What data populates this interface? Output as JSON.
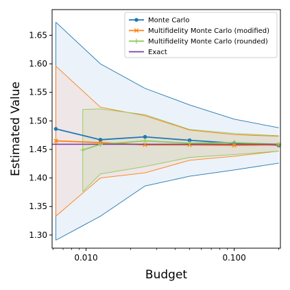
{
  "chart_data": {
    "type": "line",
    "xlabel": "Budget",
    "ylabel": "Estimated Value",
    "xscale": "log",
    "xlim": [
      0.0059,
      0.205
    ],
    "ylim": [
      1.277,
      1.695
    ],
    "xticks": [
      0.01,
      0.1
    ],
    "xtick_labels": [
      "0.010",
      "0.100"
    ],
    "yticks": [
      1.3,
      1.35,
      1.4,
      1.45,
      1.5,
      1.55,
      1.6,
      1.65
    ],
    "ytick_labels": [
      "1.30",
      "1.35",
      "1.40",
      "1.45",
      "1.50",
      "1.55",
      "1.60",
      "1.65"
    ],
    "grid": false,
    "legend_position": "top-right",
    "series": [
      {
        "name": "Monte Carlo",
        "color": "#1f77b4",
        "marker": "circle",
        "x": [
          0.00625,
          0.0125,
          0.025,
          0.05,
          0.1,
          0.2
        ],
        "values": [
          1.486,
          1.467,
          1.472,
          1.466,
          1.461,
          1.457
        ],
        "band_upper": [
          1.673,
          1.6,
          1.557,
          1.528,
          1.503,
          1.488
        ],
        "band_lower": [
          1.291,
          1.333,
          1.386,
          1.403,
          1.414,
          1.426
        ],
        "band_color": "#dbe8f4"
      },
      {
        "name": "Multifidelity Monte Carlo (modified)",
        "color": "#ff7f0e",
        "marker": "x",
        "x": [
          0.00625,
          0.0125,
          0.025,
          0.05,
          0.1,
          0.2
        ],
        "values": [
          1.465,
          1.462,
          1.458,
          1.458,
          1.457,
          1.458
        ],
        "band_upper": [
          1.596,
          1.524,
          1.509,
          1.484,
          1.476,
          1.473
        ],
        "band_lower": [
          1.333,
          1.4,
          1.409,
          1.431,
          1.438,
          1.447
        ],
        "band_color": "#f3dcd8"
      },
      {
        "name": "Multifidelity Monte Carlo (rounded)",
        "color": "#8fca5a",
        "marker": "plus",
        "x": [
          0.0095,
          0.0125,
          0.025,
          0.05,
          0.1,
          0.2
        ],
        "values": [
          1.449,
          1.459,
          1.465,
          1.461,
          1.462,
          1.459
        ],
        "band_upper": [
          1.52,
          1.521,
          1.511,
          1.485,
          1.478,
          1.474
        ],
        "band_lower": [
          1.376,
          1.407,
          1.42,
          1.436,
          1.441,
          1.447
        ],
        "band_color": "#d7d9c3"
      },
      {
        "name": "Exact",
        "color": "#7a3fa0",
        "marker": "none",
        "x": [
          0.0059,
          0.205
        ],
        "values": [
          1.459,
          1.459
        ]
      }
    ]
  }
}
